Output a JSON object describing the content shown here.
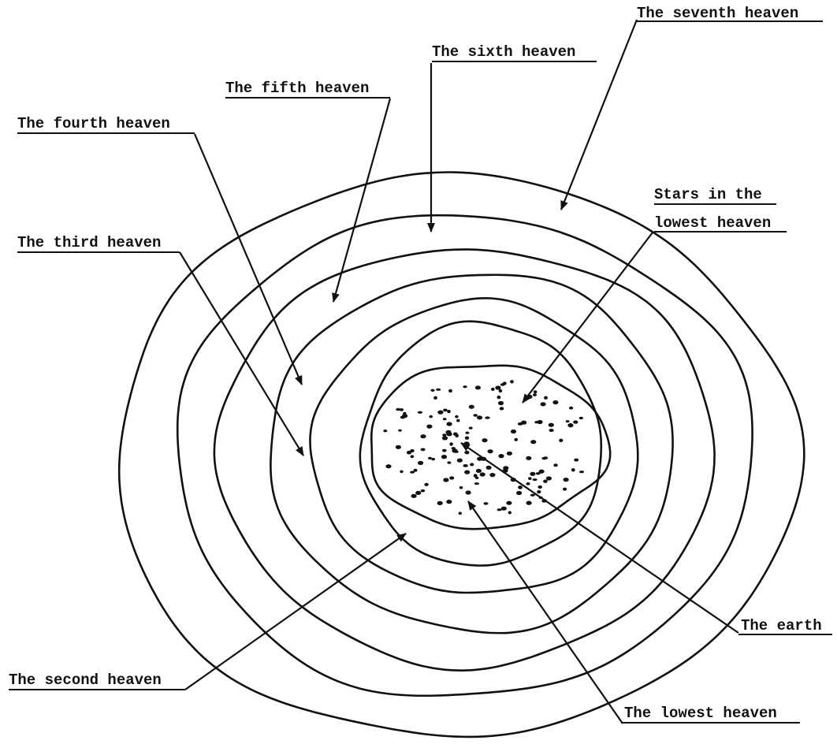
{
  "labels": {
    "seventh": "The seventh heaven",
    "sixth": "The sixth heaven",
    "fifth": "The fifth heaven",
    "fourth": "The fourth heaven",
    "third": "The third heaven",
    "stars_line1": "Stars in the",
    "stars_line2": "lowest heaven",
    "earth": "The earth",
    "second": "The second heaven",
    "lowest": "The lowest heaven"
  },
  "colors": {
    "ink": "#111111",
    "paper": "#ffffff"
  }
}
